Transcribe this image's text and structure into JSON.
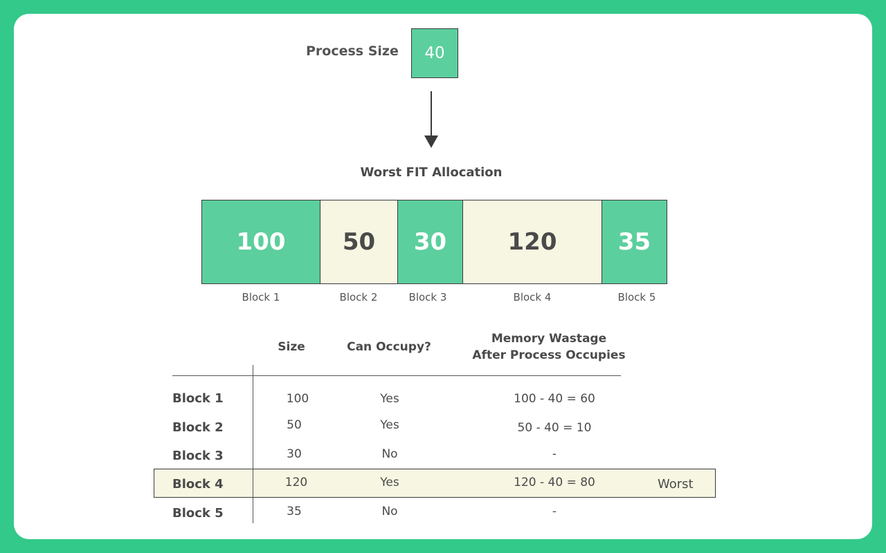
{
  "process": {
    "label": "Process Size",
    "size": "40"
  },
  "title": "Worst FIT Allocation",
  "blocks": [
    {
      "value": "100",
      "label": "Block 1",
      "color": "#5ccf9e"
    },
    {
      "value": "50",
      "label": "Block 2",
      "color": "#f7f6e2"
    },
    {
      "value": "30",
      "label": "Block 3",
      "color": "#5ccf9e"
    },
    {
      "value": "120",
      "label": "Block 4",
      "color": "#f7f6e2"
    },
    {
      "value": "35",
      "label": "Block 5",
      "color": "#5ccf9e"
    }
  ],
  "table": {
    "headers": {
      "size": "Size",
      "can_occupy": "Can Occupy?",
      "wastage_line1": "Memory Wastage",
      "wastage_line2": "After Process Occupies"
    },
    "rows": [
      {
        "block": "Block 1",
        "size": "100",
        "can_occupy": "Yes",
        "wastage": "100 - 40 = 60"
      },
      {
        "block": "Block 2",
        "size": "50",
        "can_occupy": "Yes",
        "wastage": "50 - 40 = 10"
      },
      {
        "block": "Block 3",
        "size": "30",
        "can_occupy": "No",
        "wastage": "-"
      },
      {
        "block": "Block 4",
        "size": "120",
        "can_occupy": "Yes",
        "wastage": "120 - 40 = 80",
        "note": "Worst"
      },
      {
        "block": "Block 5",
        "size": "35",
        "can_occupy": "No",
        "wastage": "-"
      }
    ]
  },
  "colors": {
    "background": "#33c98a",
    "green_block": "#5ccf9e",
    "cream_block": "#f7f6e2",
    "text": "#4a4a4a"
  }
}
